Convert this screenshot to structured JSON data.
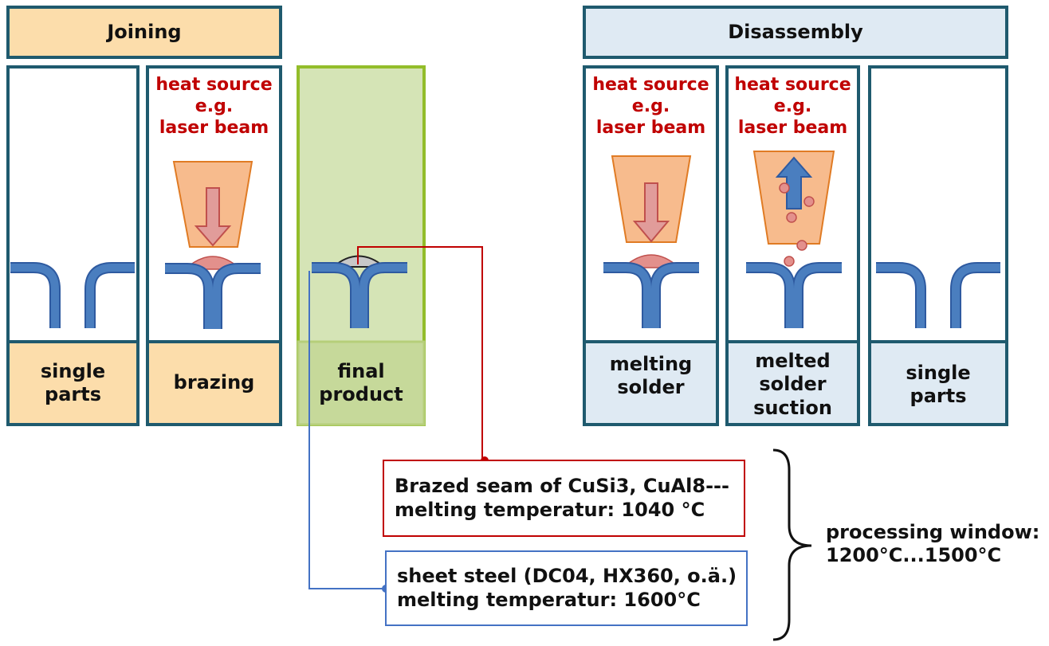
{
  "headers": {
    "joining": "Joining",
    "disassembly": "Disassembly"
  },
  "heat_source": [
    "heat source",
    "e.g.",
    "laser beam"
  ],
  "captions": {
    "single_parts_joining": [
      "single",
      "parts"
    ],
    "brazing": [
      "brazing"
    ],
    "final_product": [
      "final",
      "product"
    ],
    "melting_solder": [
      "melting",
      "solder"
    ],
    "melted_solder_suction": [
      "melted",
      "solder",
      "suction"
    ],
    "single_parts_disassembly": [
      "single",
      "parts"
    ]
  },
  "notes": {
    "seam": [
      "Brazed seam of CuSi3, CuAl8---",
      "melting temperatur: 1040 °C"
    ],
    "steel": [
      "sheet steel (DC04, HX360, o.ä.)",
      "melting temperatur: 1600°C"
    ]
  },
  "processing_window": [
    "processing window:",
    "1200°C...1500°C"
  ],
  "colors": {
    "panel_border": "#1f5a6e",
    "joining_fill": "#fcddab",
    "disassembly_fill": "#dfeaf3",
    "final_fill": "#d5e4b6",
    "final_border": "#93bd2a",
    "heat_text": "#c00000",
    "sheet": "#4a7ebf",
    "sheet_edge": "#2e5aa0",
    "solder": "#e3908c",
    "nozzle_fill": "#f7bb8d",
    "nozzle_edge": "#e07b24",
    "arrow_down": "#e19c9a",
    "arrow_up": "#4a7ebf",
    "seam_gray": "#c8c8c8",
    "red_line": "#c00000",
    "blue_line": "#4472c4"
  },
  "icons": [
    "laser-nozzle-icon",
    "down-arrow-icon",
    "up-arrow-icon",
    "solder-droplet-icon",
    "sheet-steel-icon"
  ]
}
